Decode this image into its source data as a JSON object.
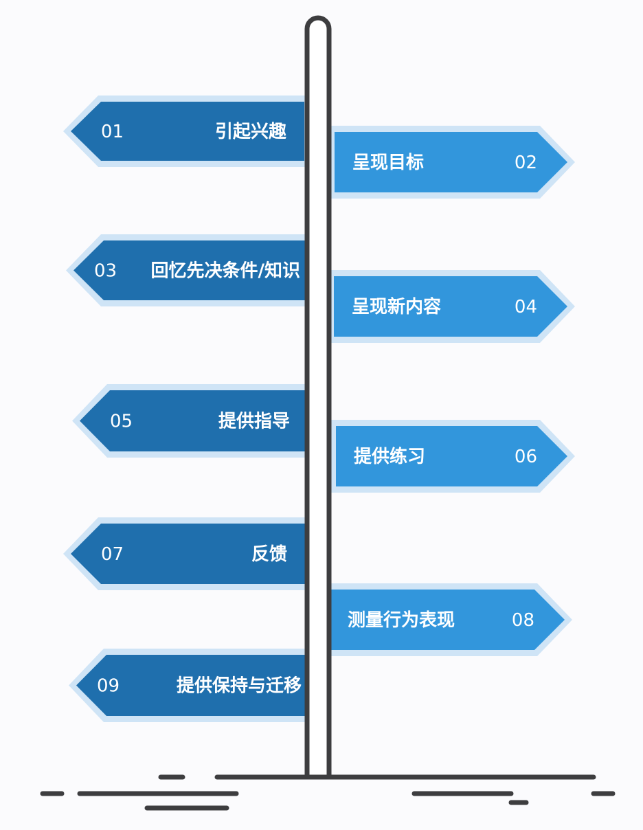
{
  "colors": {
    "left_sign": "#1f6fad",
    "right_sign": "#3296dc",
    "sign_halo": "#cfe4f6",
    "pole": "#3d3d3f",
    "background": "#fbfbfd",
    "label_text": "#ffffff"
  },
  "signs": [
    {
      "number": "01",
      "title": "引起兴趣"
    },
    {
      "number": "02",
      "title": "呈现目标"
    },
    {
      "number": "03",
      "title": "回忆先决条件/知识"
    },
    {
      "number": "04",
      "title": "呈现新内容"
    },
    {
      "number": "05",
      "title": "提供指导"
    },
    {
      "number": "06",
      "title": "提供练习"
    },
    {
      "number": "07",
      "title": "反馈"
    },
    {
      "number": "08",
      "title": "测量行为表现"
    },
    {
      "number": "09",
      "title": "提供保持与迁移"
    }
  ]
}
